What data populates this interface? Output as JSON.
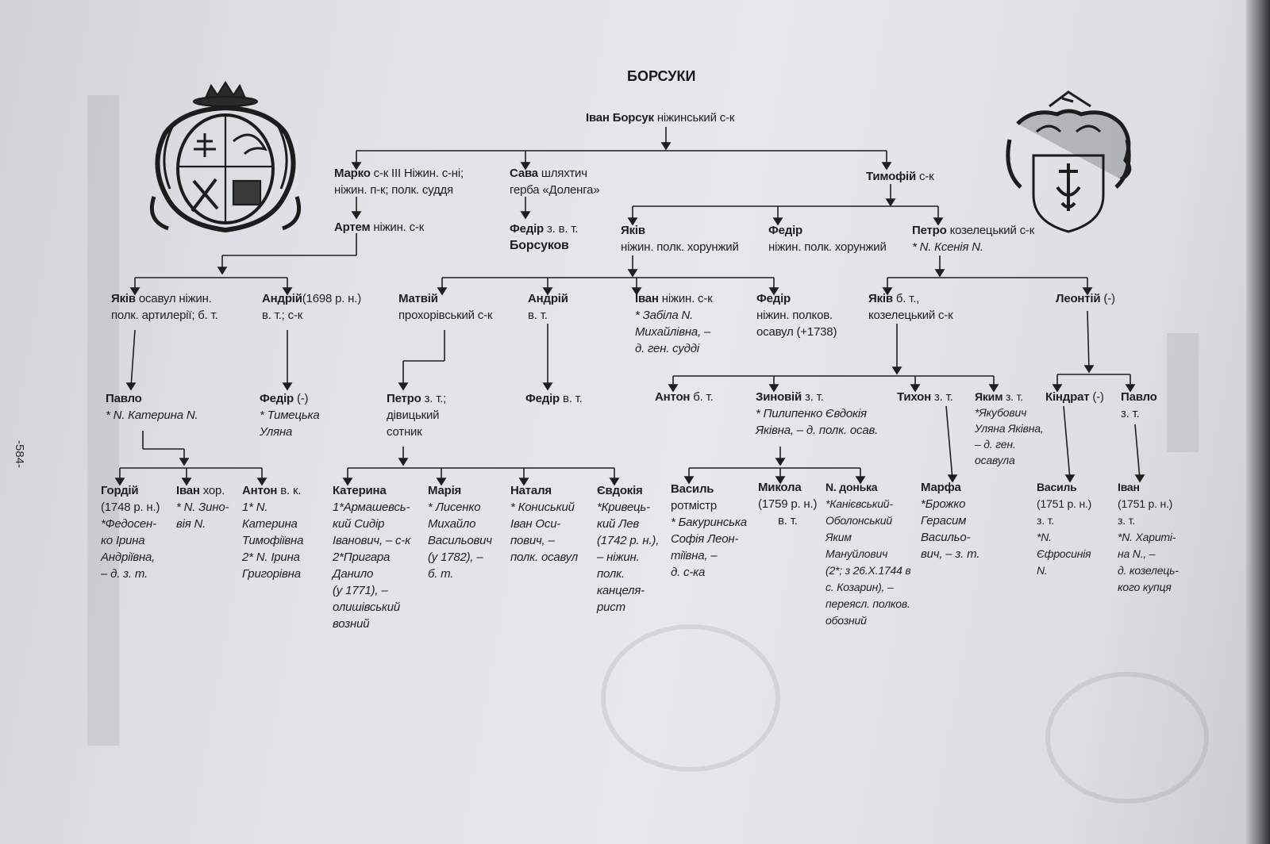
{
  "title": "БОРСУКИ",
  "page_number": "-584-",
  "emblems": [
    "coat-of-arms-left",
    "coat-of-arms-right"
  ],
  "people": {
    "ivan": {
      "name": "Іван Борсук",
      "desc": "ніжинський с-к"
    },
    "marko": {
      "name": "Марко",
      "desc": "с-к ІІІ Ніжин. с-ні;",
      "desc2": "ніжин. п-к; полк. суддя"
    },
    "sava": {
      "name": "Сава",
      "desc": "шляхтич",
      "desc2": "герба «Доленга»"
    },
    "tymofii": {
      "name": "Тимофій",
      "desc": "с-к"
    },
    "artem": {
      "name": "Артем",
      "desc": "ніжин. с-к"
    },
    "fedir_sava": {
      "name": "Федір",
      "desc": "з. в. т.",
      "name2": "Борсуков"
    },
    "yakiv_t": {
      "name": "Яків",
      "desc": "ніжин. полк. хорунжий"
    },
    "fedir_t": {
      "name": "Федір",
      "desc": "ніжин. полк. хорунжий"
    },
    "petro_t": {
      "name": "Петро",
      "desc": "козелецький с-к",
      "spouse": "* N. Ксенія N."
    },
    "yakiv_a": {
      "name": "Яків",
      "desc": "осавул ніжин.",
      "desc2": "полк. артилерії; б. т."
    },
    "andrii_a": {
      "name": "Андрій",
      "desc": "(1698 р. н.)",
      "desc2": "в. т.; с-к"
    },
    "matvii": {
      "name": "Матвій",
      "desc": "прохорівський с-к"
    },
    "andrii_y": {
      "name": "Андрій",
      "desc": "в. т."
    },
    "ivan_y": {
      "name": "Іван",
      "desc": "ніжин. с-к",
      "spouse1": "* Забіла N.",
      "spouse2": "Михайлівна, –",
      "spouse3": "д. ген. судді"
    },
    "fedir_y": {
      "name": "Федір",
      "desc": "ніжин. полков.",
      "desc2": "осавул (+1738)"
    },
    "yakiv_p": {
      "name": "Яків",
      "desc": "б. т.,",
      "desc2": "козелецький с-к"
    },
    "leontii": {
      "name": "Леонтій",
      "desc": "(-)"
    },
    "pavlo_y": {
      "name": "Павло",
      "spouse": "* N. Катерина N."
    },
    "fedir_an": {
      "name": "Федір",
      "desc": "(-)",
      "spouse1": "* Тимецька",
      "spouse2": "Уляна"
    },
    "petro_m": {
      "name": "Петро",
      "desc": "з. т.;",
      "desc2": "дівицький",
      "desc3": "сотник"
    },
    "fedir_an2": {
      "name": "Федір",
      "desc": "в. т."
    },
    "anton_yp": {
      "name": "Антон",
      "desc": "б. т."
    },
    "zynovii": {
      "name": "Зиновій",
      "desc": "з. т.",
      "spouse1": "* Пилипенко Євдокія",
      "spouse2": "Яківна, – д. полк. осав."
    },
    "tykhon": {
      "name": "Тихон",
      "desc": "з. т."
    },
    "yakym": {
      "name": "Яким",
      "desc": "з. т.",
      "spouse1": "*Якубович",
      "spouse2": "Уляна Яківна,",
      "spouse3": "– д. ген.",
      "spouse4": "осавула"
    },
    "kindrat": {
      "name": "Кіндрат",
      "desc": "(-)"
    },
    "pavlo_l": {
      "name": "Павло",
      "desc": "з. т."
    },
    "hordii": {
      "name": "Гордій",
      "desc": "(1748 р. н.)",
      "spouse1": "*Федосен-",
      "spouse2": "ко Ірина",
      "spouse3": "Андріївна,",
      "spouse4": "– д. з. т."
    },
    "ivan_p": {
      "name": "Іван",
      "desc": "хор.",
      "spouse1": "* N. Зино-",
      "spouse2": "вія N."
    },
    "anton_p": {
      "name": "Антон",
      "desc": "в. к.",
      "spouse1": "1* N.",
      "spouse2": "Катерина",
      "spouse3": "Тимофіївна",
      "spouse4": "2* N. Ірина",
      "spouse5": "Григорівна"
    },
    "kateryna": {
      "name": "Катерина",
      "l1": "1*Армашевсь-",
      "l2": "кий Сидір",
      "l3": "Іванович, – с-к",
      "l4": "2*Пригара",
      "l5": "Данило",
      "l6": "(у 1771), –",
      "l7": "олишівський",
      "l8": "возний"
    },
    "mariia": {
      "name": "Марія",
      "l1": "* Лисенко",
      "l2": "Михайло",
      "l3": "Васильович",
      "l4": "(у 1782), –",
      "l5": "б. т."
    },
    "natalia": {
      "name": "Наталя",
      "l1": "* Кониський",
      "l2": "Іван Оси-",
      "l3": "пович, –",
      "l4": "полк. осавул"
    },
    "yevdokiia": {
      "name": "Євдокія",
      "l1": "*Кривець-",
      "l2": "кий Лев",
      "l3": "(1742 р. н.),",
      "l4": "– ніжин.",
      "l5": "полк.",
      "l6": "канцеля-",
      "l7": "рист"
    },
    "vasyl_z": {
      "name": "Василь",
      "desc": "ротмістр",
      "l1": "* Бакуринська",
      "l2": "Софія Леон-",
      "l3": "тіївна, –",
      "l4": "д. с-ка"
    },
    "mykola": {
      "name": "Микола",
      "desc": "(1759 р. н.)",
      "desc2": "в. т."
    },
    "donka": {
      "name": "N. донька",
      "l1": "*Канієвський-",
      "l2": "Оболонський",
      "l3": "Яким",
      "l4": "Мануйлович",
      "l5": "(2*; з 26.Х.1744 в",
      "l6": "с. Козарин), –",
      "l7": "переясл. полков.",
      "l8": "обозний"
    },
    "marfa": {
      "name": "Марфа",
      "l1": "*Брожко",
      "l2": "Герасим",
      "l3": "Васильо-",
      "l4": "вич, – з. т."
    },
    "vasyl_k": {
      "name": "Василь",
      "desc": "(1751 р. н.)",
      "desc2": "з. т.",
      "l1": "*N.",
      "l2": "Єфросинія",
      "l3": "N."
    },
    "ivan_pl": {
      "name": "Іван",
      "desc": "(1751 р. н.)",
      "desc2": "з. т.",
      "l1": "*N. Хариті-",
      "l2": "на N., –",
      "l3": "д. козелець-",
      "l4": "кого купця"
    }
  }
}
